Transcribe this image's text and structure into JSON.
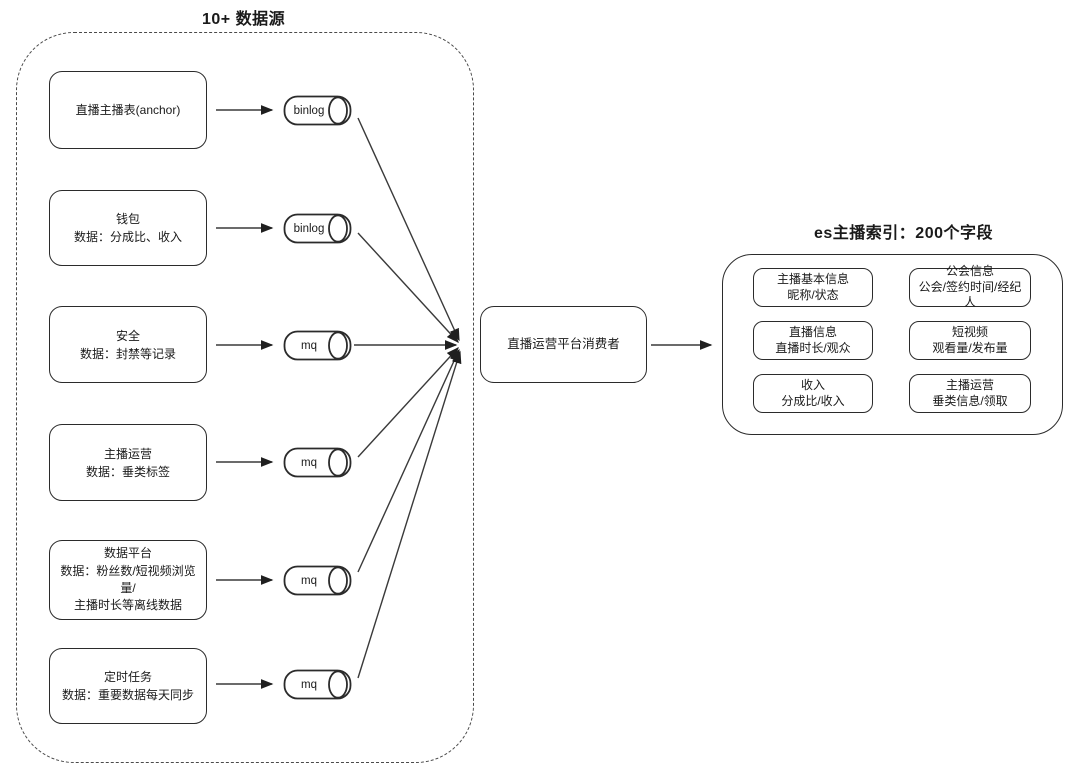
{
  "diagram": {
    "left_group": {
      "title": "10+ 数据源",
      "sources": [
        {
          "lines": [
            "直播主播表(anchor)"
          ],
          "queue": "binlog"
        },
        {
          "lines": [
            "钱包",
            "数据：分成比、收入"
          ],
          "queue": "binlog"
        },
        {
          "lines": [
            "安全",
            "数据：封禁等记录"
          ],
          "queue": "mq"
        },
        {
          "lines": [
            "主播运营",
            "数据：垂类标签"
          ],
          "queue": "mq"
        },
        {
          "lines": [
            "数据平台",
            "数据：粉丝数/短视频浏览量/",
            "主播时长等离线数据"
          ],
          "queue": "mq"
        },
        {
          "lines": [
            "定时任务",
            "数据：重要数据每天同步"
          ],
          "queue": "mq"
        }
      ]
    },
    "consumer": {
      "label": "直播运营平台消费者"
    },
    "es_index": {
      "title": "es主播索引：200个字段",
      "fields": [
        {
          "title": "主播基本信息",
          "subtitle": "昵称/状态"
        },
        {
          "title": "公会信息",
          "subtitle": "公会/签约时间/经纪人"
        },
        {
          "title": "直播信息",
          "subtitle": "直播时长/观众"
        },
        {
          "title": "短视频",
          "subtitle": "观看量/发布量"
        },
        {
          "title": "收入",
          "subtitle": "分成比/收入"
        },
        {
          "title": "主播运营",
          "subtitle": "垂类信息/领取"
        }
      ]
    },
    "colors": {
      "stroke": "#2b2b2b",
      "background": "#ffffff"
    }
  }
}
